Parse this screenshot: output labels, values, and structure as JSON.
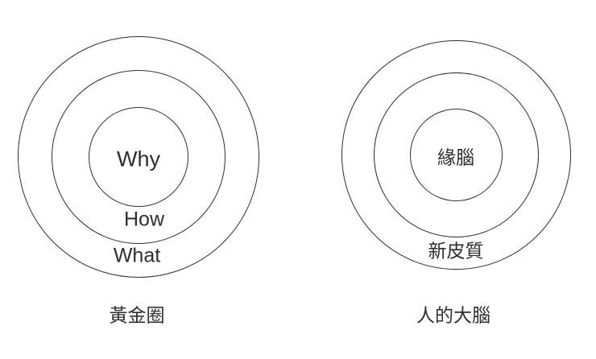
{
  "diagrams": [
    {
      "caption": "黃金圈",
      "rings": {
        "inner": "Why",
        "middle": "How",
        "outer": "What"
      }
    },
    {
      "caption": "人的大腦",
      "rings": {
        "inner": "緣腦",
        "outer": "新皮質"
      }
    }
  ]
}
